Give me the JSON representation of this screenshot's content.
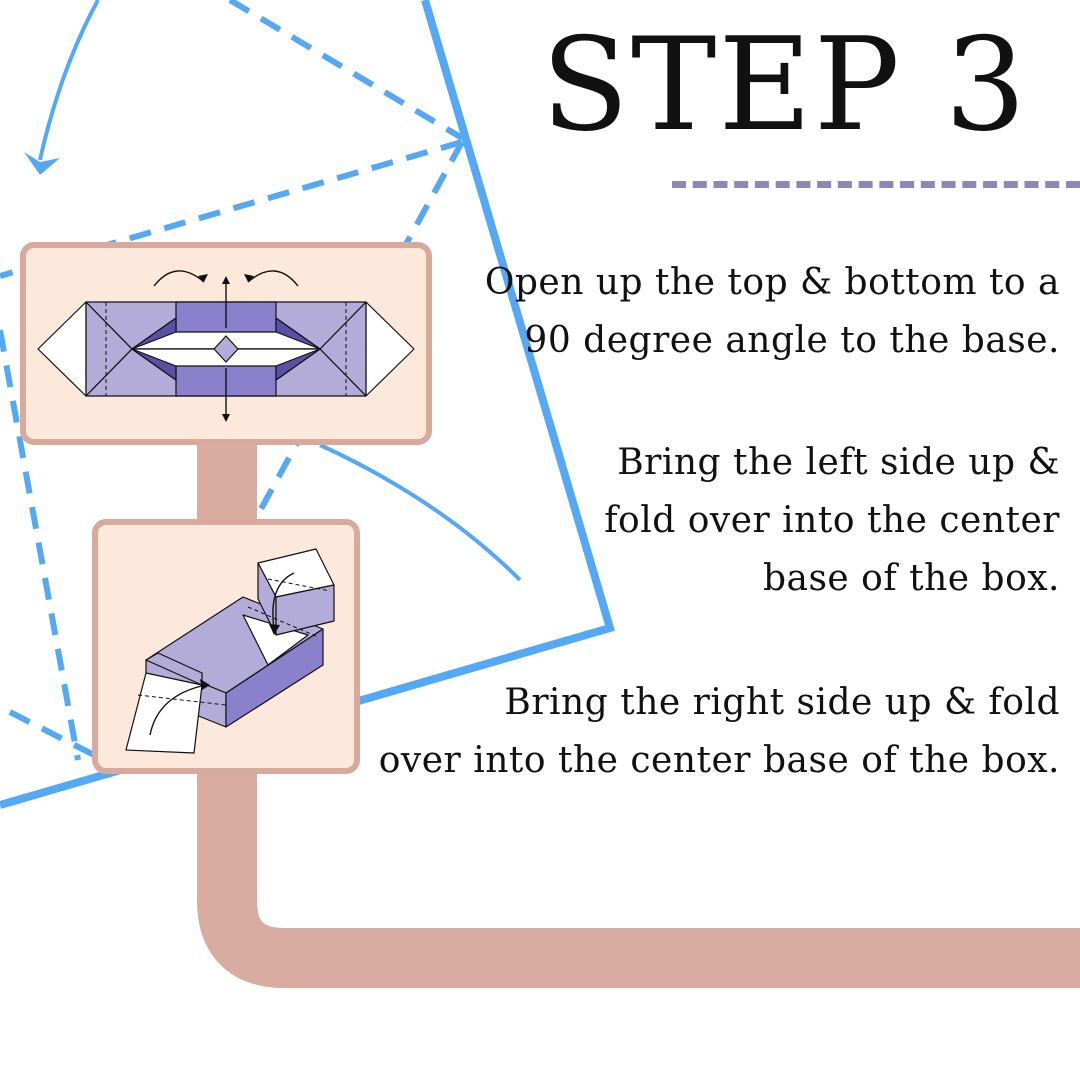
{
  "step": {
    "title": "STEP 3"
  },
  "instructions": [
    {
      "lines": [
        "Open up the top & bottom to a",
        "90 degree angle to the base."
      ]
    },
    {
      "lines": [
        "Bring the left side up &",
        "fold over into the center",
        "base of the box."
      ]
    },
    {
      "lines": [
        "Bring the right side up & fold",
        "over into the center base of the box."
      ]
    }
  ],
  "colors": {
    "accent_blue": "#55a8f5",
    "connector": "#d8aca0",
    "panel_fill": "#fde9dc",
    "panel_border": "#d8aa9d",
    "paper_purple": "#b3acd9",
    "paper_dark_purple": "#8a80cc",
    "rule": "#8f86b8"
  },
  "icons": [
    "fold-arrow-icon",
    "direction-arrow-icon"
  ]
}
